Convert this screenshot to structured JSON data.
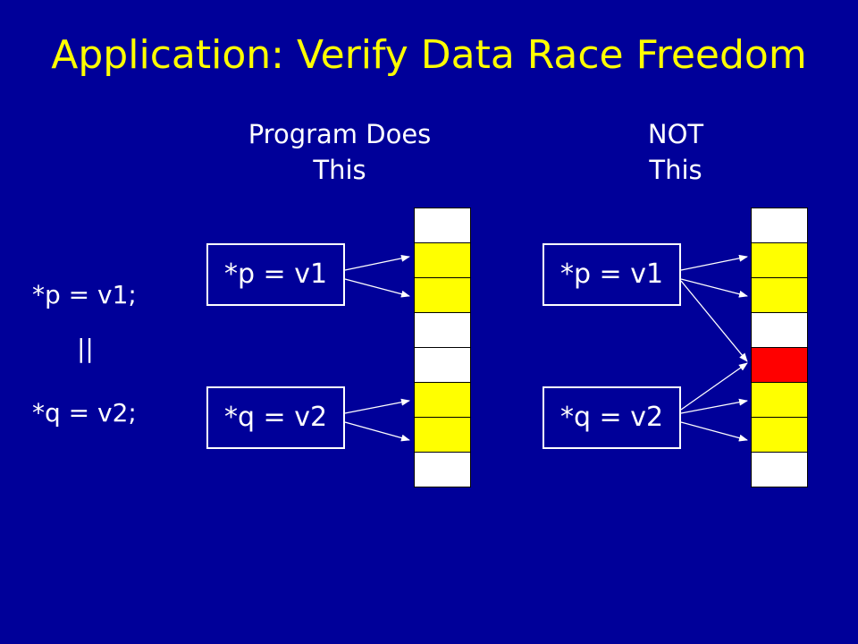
{
  "title": "Application: Verify Data Race Freedom",
  "colors": {
    "background": "#000099",
    "title": "#ffff00",
    "text": "#ffffff",
    "cell_empty": "#ffffff",
    "cell_written": "#ffff00",
    "cell_conflict": "#ff0000"
  },
  "code": {
    "line1": "*p = v1;",
    "line2": "||",
    "line3": "*q = v2;"
  },
  "left": {
    "heading_line1": "Program Does",
    "heading_line2": "This",
    "stmt_p": "*p = v1",
    "stmt_q": "*q = v2",
    "cells": [
      "empty",
      "written",
      "written",
      "empty",
      "empty",
      "written",
      "written",
      "empty"
    ]
  },
  "right": {
    "heading_line1": "NOT",
    "heading_line2": "This",
    "stmt_p": "*p = v1",
    "stmt_q": "*q = v2",
    "cells": [
      "empty",
      "written",
      "written",
      "empty",
      "conflict",
      "written",
      "written",
      "empty"
    ]
  }
}
